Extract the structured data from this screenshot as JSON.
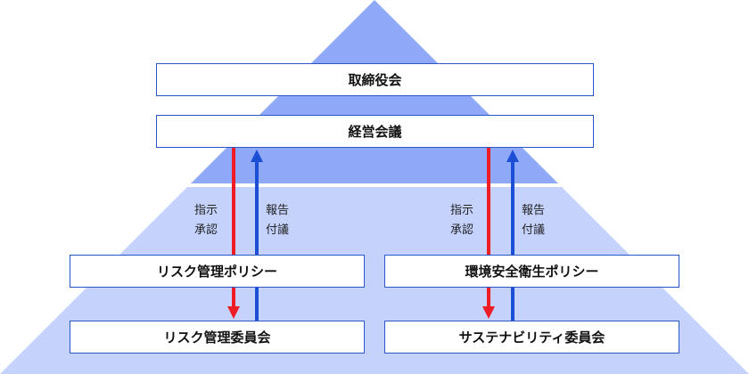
{
  "colors": {
    "pyramid_top": "#8fa9f8",
    "pyramid_bottom": "#c5d3fc",
    "box_border": "#2c55c9",
    "arrow_down": "#ee1c25",
    "arrow_up": "#1d4fd6"
  },
  "levels": {
    "board": "取締役会",
    "management_meeting": "経営会議",
    "risk_policy": "リスク管理ポリシー",
    "ehs_policy": "環境安全衛生ポリシー",
    "risk_committee": "リスク管理委員会",
    "sustainability_committee": "サステナビリティ委員会"
  },
  "arrow_labels": {
    "down_line1": "指示",
    "down_line2": "承認",
    "up_line1": "報告",
    "up_line2": "付議"
  }
}
